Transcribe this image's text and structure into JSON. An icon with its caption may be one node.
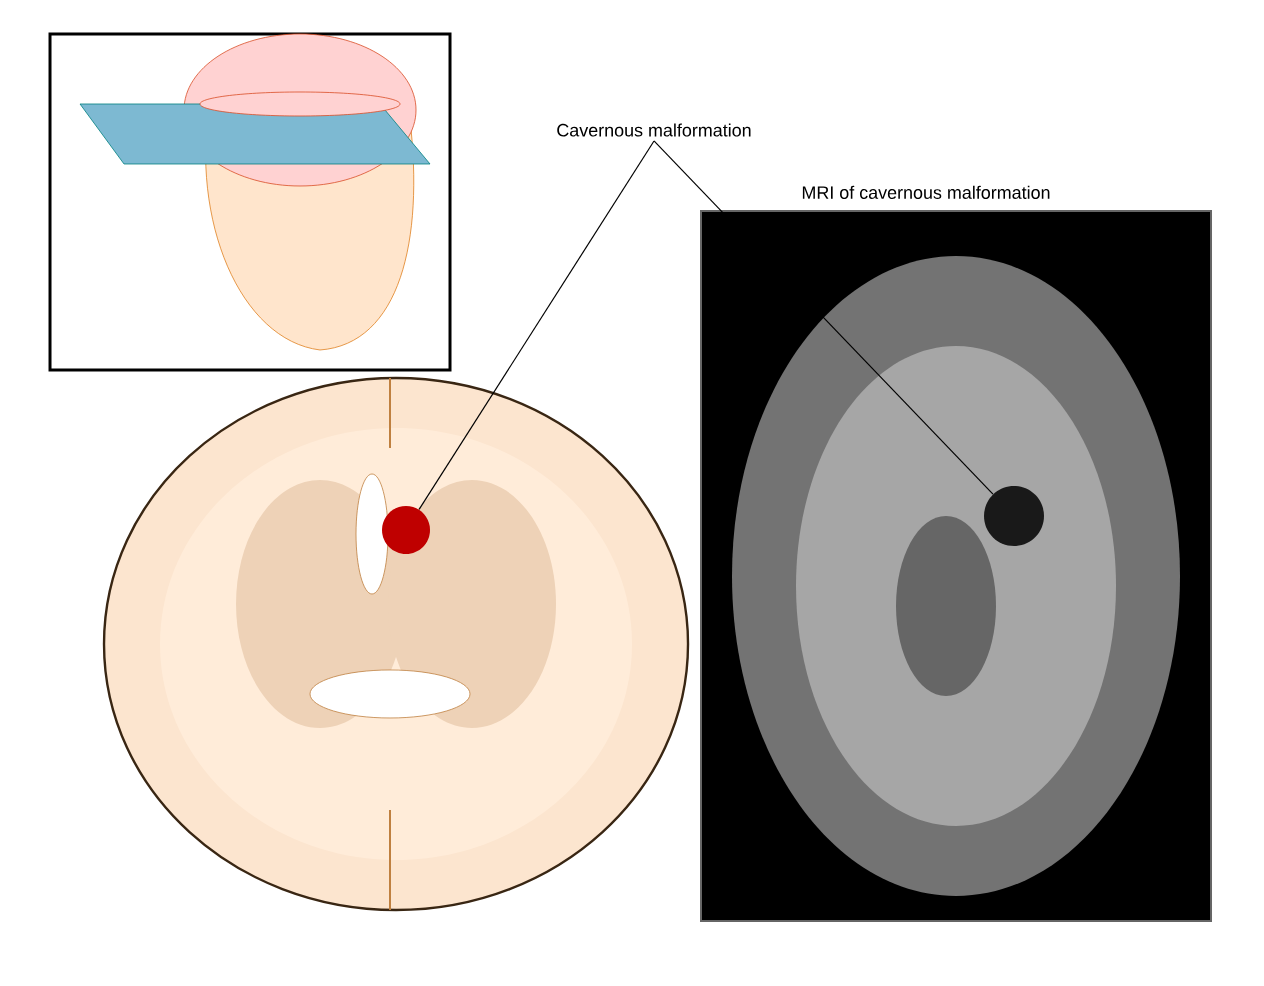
{
  "diagram": {
    "nodes": [
      {
        "text": [
          "Cavernous malformation"
        ]
      },
      {
        "text": [],
        "shape": "picture"
      },
      {
        "text": [],
        "shape": "circle",
        "in": 1
      },
      {
        "text": [
          "MRI of cavernous malformation"
        ]
      },
      {
        "text": [],
        "shape": "circle",
        "in": 3
      }
    ],
    "edges": [
      {
        "from": 0,
        "to": 2,
        "arrow": "none"
      },
      {
        "from": 0,
        "to": 4,
        "arrow": "none"
      }
    ]
  }
}
